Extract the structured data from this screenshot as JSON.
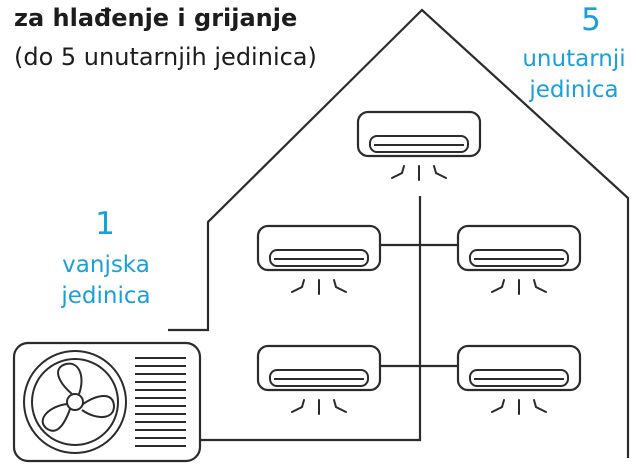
{
  "header": {
    "title_line": "za hlađenje i grijanje",
    "subtitle_line": "(do 5 unutarnjih jedinica)"
  },
  "indoor_units": {
    "count": "5",
    "label_line1": "unutarnji",
    "label_line2": "jedinica"
  },
  "outdoor_unit": {
    "count": "1",
    "label_line1": "vanjska",
    "label_line2": "jedinica"
  },
  "colors": {
    "accent": "#1aa0d8",
    "line": "#2b2b2b",
    "text": "#1c1c1c"
  }
}
